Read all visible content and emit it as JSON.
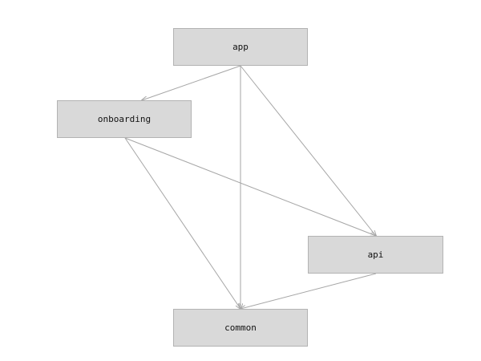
{
  "diagram": {
    "nodes": [
      {
        "id": "app",
        "label": "app"
      },
      {
        "id": "onboarding",
        "label": "onboarding"
      },
      {
        "id": "api",
        "label": "api"
      },
      {
        "id": "common",
        "label": "common"
      }
    ],
    "edges": [
      {
        "from": "app",
        "to": "onboarding"
      },
      {
        "from": "app",
        "to": "common"
      },
      {
        "from": "app",
        "to": "api"
      },
      {
        "from": "onboarding",
        "to": "api"
      },
      {
        "from": "onboarding",
        "to": "common"
      },
      {
        "from": "api",
        "to": "common"
      }
    ],
    "colors": {
      "node_fill": "#d9d9d9",
      "node_border": "#b3b3b3",
      "edge": "#a6a6a6",
      "background": "#ffffff"
    }
  }
}
